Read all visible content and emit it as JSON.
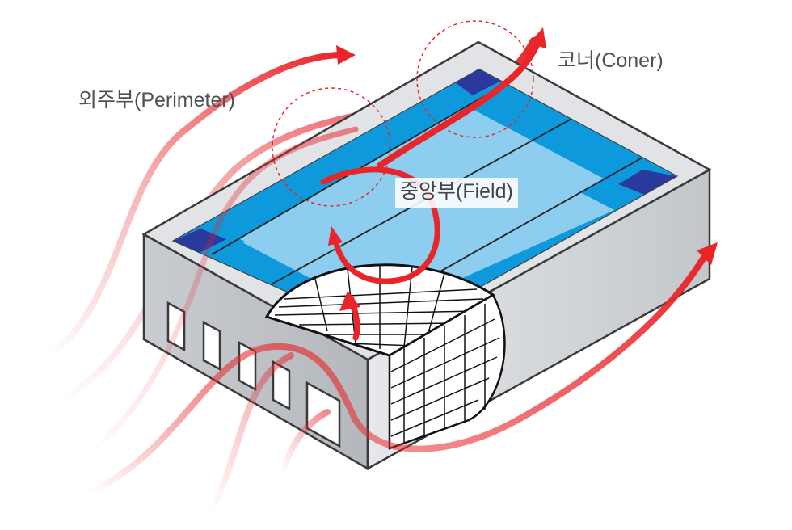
{
  "labels": {
    "perimeter": "외주부(Perimeter)",
    "corner": "코너(Coner)",
    "field": "중앙부(Field)"
  },
  "colors": {
    "wind_arrow": "#e8262a",
    "corner_zone": "#2a3a9c",
    "perimeter_zone": "#0d99dc",
    "field_zone": "#8ccdf0",
    "wall_light": "#d7d9dd",
    "wall_dark": "#a6a9ae",
    "highlight_circle": "#e8262a"
  },
  "icons": {
    "wind": "wind-flow-arrow",
    "vortex": "circular-vortex-arrow"
  }
}
